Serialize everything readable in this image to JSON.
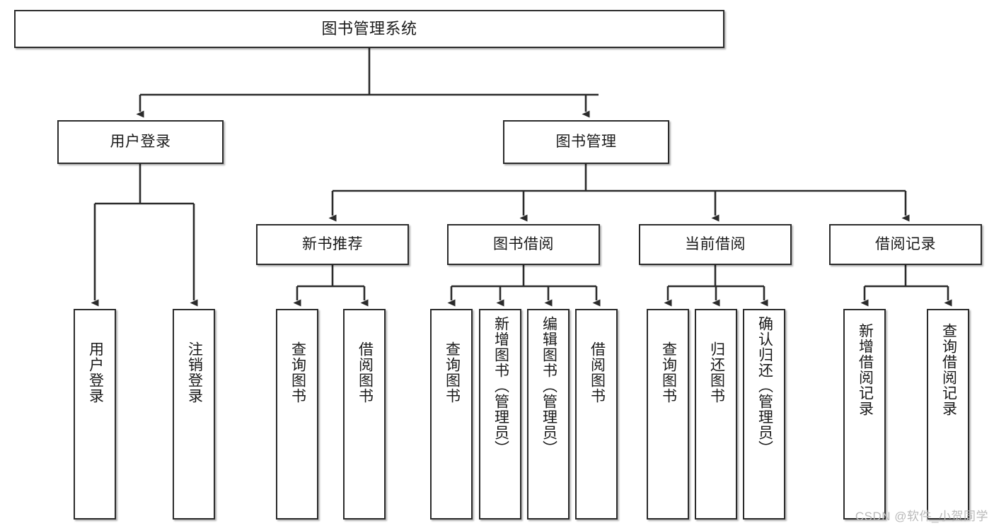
{
  "diagram": {
    "type": "tree-hierarchy-chart",
    "title": "图书管理系统",
    "colors": {
      "box_border": "#2b2b2b",
      "box_fill": "#ffffff",
      "edge": "#2b2b2b",
      "text": "#1a1a1a",
      "watermark": "#b9b9b9",
      "background": "#ffffff"
    },
    "watermark": "CSDN @软件_小贺同学",
    "levels": {
      "root": {
        "label": "图书管理系统"
      },
      "level2": [
        {
          "label": "用户登录"
        },
        {
          "label": "图书管理"
        }
      ],
      "level3": [
        {
          "label": "新书推荐"
        },
        {
          "label": "图书借阅"
        },
        {
          "label": "当前借阅"
        },
        {
          "label": "借阅记录"
        }
      ],
      "leaves": {
        "user_login": [
          {
            "label": "用户登录"
          },
          {
            "label": "注销登录"
          }
        ],
        "new_book_recommend": [
          {
            "label": "查询图书"
          },
          {
            "label": "借阅图书"
          }
        ],
        "book_borrow": [
          {
            "label": "查询图书"
          },
          {
            "label": "新增图书（管理员）"
          },
          {
            "label": "编辑图书（管理员）"
          },
          {
            "label": "借阅图书"
          }
        ],
        "current_borrow": [
          {
            "label": "查询图书"
          },
          {
            "label": "归还图书"
          },
          {
            "label": "确认归还（管理员）"
          }
        ],
        "borrow_record": [
          {
            "label": "新增借阅记录"
          },
          {
            "label": "查询借阅记录"
          }
        ]
      }
    }
  }
}
